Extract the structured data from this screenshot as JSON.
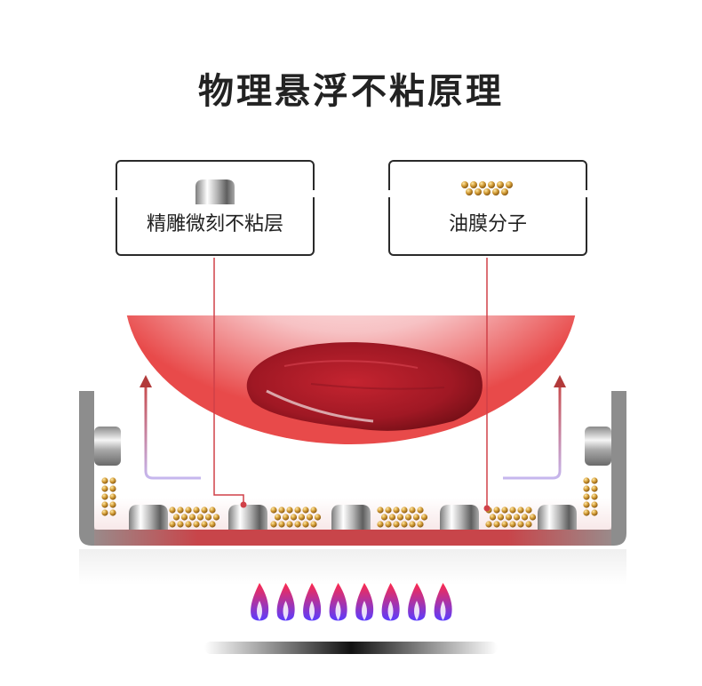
{
  "title": "物理悬浮不粘原理",
  "callouts": [
    {
      "label": "精雕微刻不粘层",
      "icon": "steel-bump-icon"
    },
    {
      "label": "油膜分子",
      "icon": "oil-molecule-cluster-icon"
    }
  ],
  "colors": {
    "heat_glow": "#e84a4a",
    "pan_wall": "#8a8a8a",
    "pan_base_hot": "#c8454a",
    "oil_molecule": "#c9942e",
    "flame_top": "#ff2a4a",
    "flame_bottom": "#6a3cff",
    "leader_line": "#d04048"
  }
}
